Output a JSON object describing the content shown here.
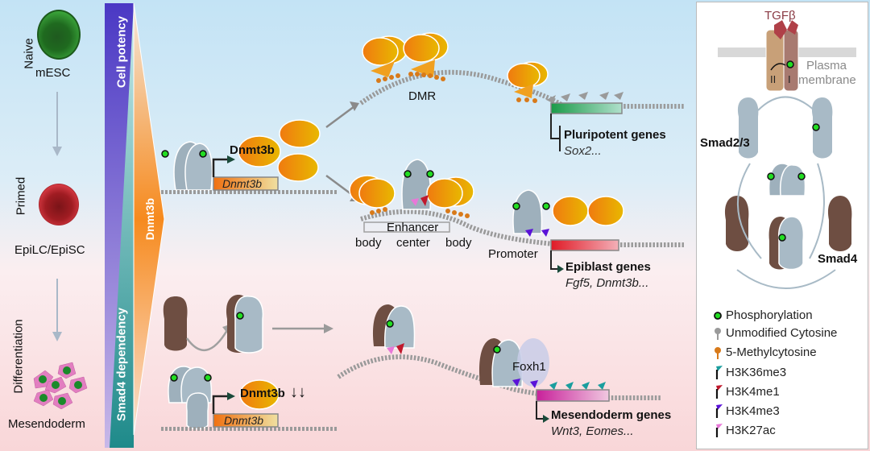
{
  "left_column": {
    "stages": [
      {
        "state": "Naive",
        "cell": "mESC",
        "color": "#2e8b2e"
      },
      {
        "state": "Primed",
        "cell": "EpiLC/EpiSC",
        "color": "#c8242c"
      },
      {
        "state": "Differentiation",
        "cell": "Mesendoderm",
        "color": "#d86aa8"
      }
    ]
  },
  "gradients": {
    "cell_potency": "Cell potency",
    "smad4_dependency": "Smad4 dependency",
    "dnmt3b": "Dnmt3b"
  },
  "top": {
    "protein_label": "Dnmt3b",
    "gene_label": "Dnmt3b",
    "dmr_label": "DMR",
    "pluripotent_genes": "Pluripotent genes",
    "pluripotent_examples": "Sox2...",
    "enhancer_label": "Enhancer",
    "enhancer_parts": [
      "body",
      "center",
      "body"
    ],
    "promoter_label": "Promoter",
    "epiblast_genes": "Epiblast genes",
    "epiblast_examples": "Fgf5, Dnmt3b..."
  },
  "bottom": {
    "protein_label": "Dnmt3b",
    "down_arrows": "↓↓",
    "gene_label": "Dnmt3b",
    "foxh1_label": "Foxh1",
    "mesendoderm_genes": "Mesendoderm genes",
    "mesendoderm_examples": "Wnt3, Eomes..."
  },
  "pathway_panel": {
    "ligand": "TGFβ",
    "receptor_ii": "II",
    "receptor_i": "I",
    "membrane_label_1": "Plasma",
    "membrane_label_2": "membrane",
    "smad23": "Smad2/3",
    "smad4": "Smad4"
  },
  "legend": [
    {
      "label": "Phosphorylation",
      "icon": "phosphorylation-dot",
      "color": "#22dd22"
    },
    {
      "label": "Unmodified Cytosine",
      "icon": "lollipop",
      "color": "#9a9a9a"
    },
    {
      "label": "5-Methylcytosine",
      "icon": "lollipop",
      "color": "#d87a1a"
    },
    {
      "label": "H3K36me3",
      "icon": "flag",
      "color": "#1a9e9e"
    },
    {
      "label": "H3K4me1",
      "icon": "flag",
      "color": "#c0182c"
    },
    {
      "label": "H3K4me3",
      "icon": "flag",
      "color": "#5a12d8"
    },
    {
      "label": "H3K27ac",
      "icon": "flag",
      "color": "#e878d8"
    }
  ]
}
